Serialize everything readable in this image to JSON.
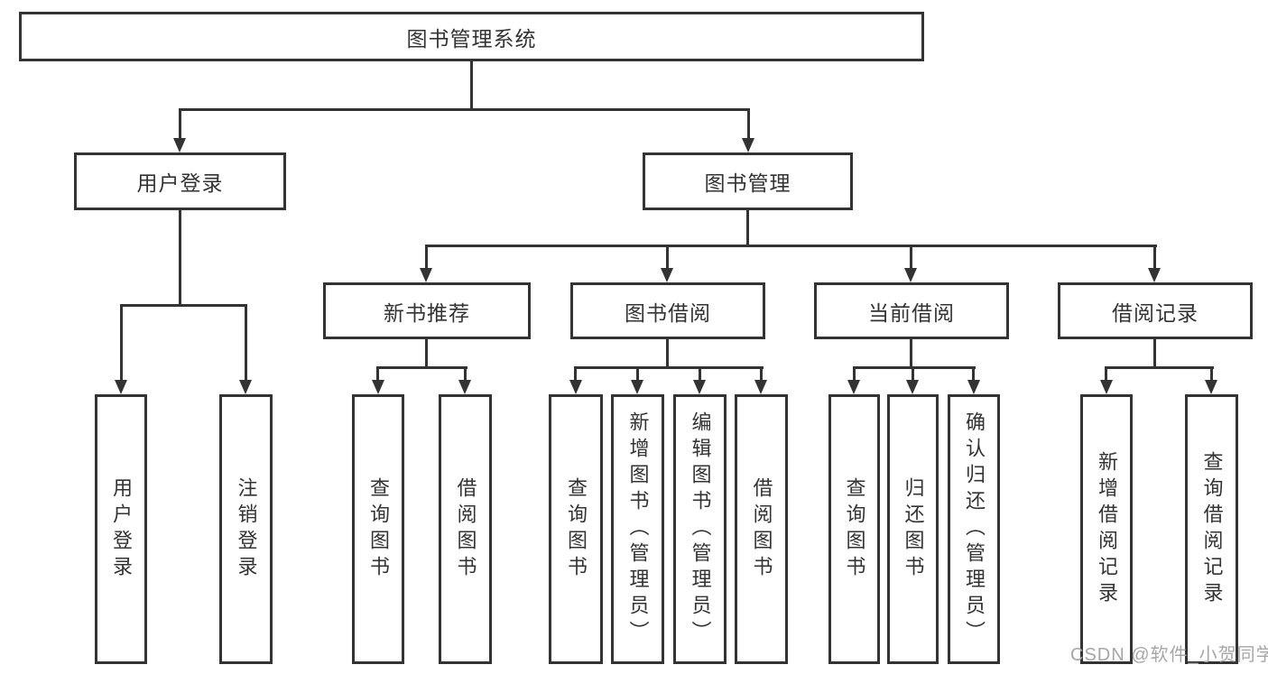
{
  "diagram": {
    "type": "tree",
    "root": {
      "label": "图书管理系统"
    },
    "branches": [
      {
        "label": "用户登录",
        "children": [
          {
            "label": "用户登录"
          },
          {
            "label": "注销登录"
          }
        ]
      },
      {
        "label": "图书管理",
        "children": [
          {
            "label": "新书推荐",
            "children": [
              {
                "label": "查询图书"
              },
              {
                "label": "借阅图书"
              }
            ]
          },
          {
            "label": "图书借阅",
            "children": [
              {
                "label": "查询图书"
              },
              {
                "label": "新增图书（管理员）"
              },
              {
                "label": "编辑图书（管理员）"
              },
              {
                "label": "借阅图书"
              }
            ]
          },
          {
            "label": "当前借阅",
            "children": [
              {
                "label": "查询图书"
              },
              {
                "label": "归还图书"
              },
              {
                "label": "确认归还（管理员）"
              }
            ]
          },
          {
            "label": "借阅记录",
            "children": [
              {
                "label": "新增借阅记录"
              },
              {
                "label": "查询借阅记录"
              }
            ]
          }
        ]
      }
    ]
  },
  "watermark": {
    "text": "CSDN @软件_小贺同学"
  },
  "colors": {
    "line": "#333333",
    "text": "#333333",
    "background": "#ffffff",
    "watermark": "#a6a6a6"
  }
}
